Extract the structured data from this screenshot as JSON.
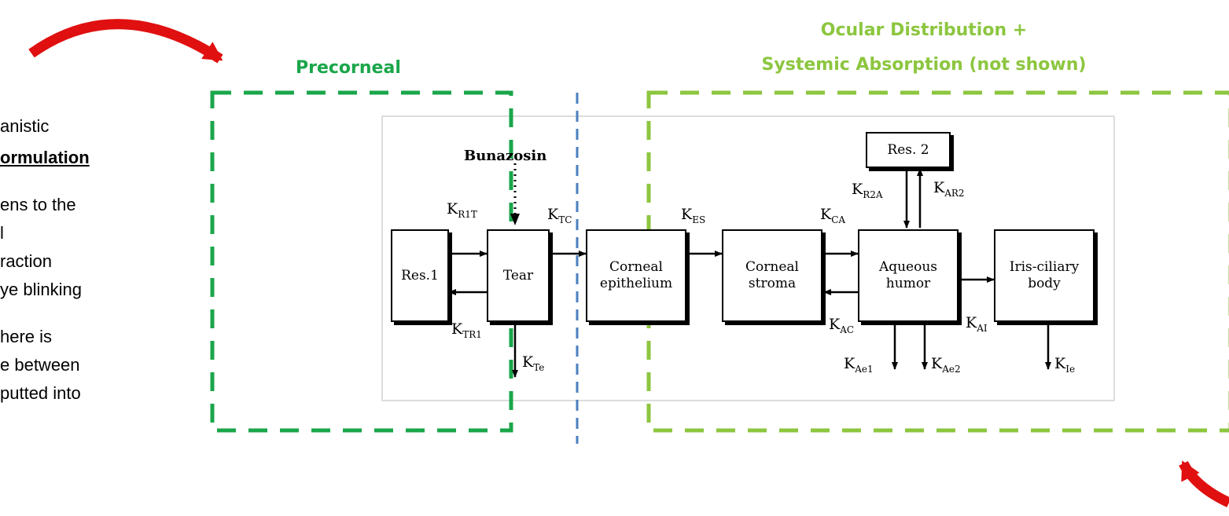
{
  "left_text": {
    "line1": "anistic",
    "line2": "ormulation",
    "line3": "ens to the",
    "line4": "l",
    "line5": "raction",
    "line6": "ye blinking",
    "line7": "here is",
    "line8": "e between",
    "line9": "putted into"
  },
  "zones": {
    "precorneal": "Precorneal",
    "ocular_line1": "Ocular Distribution +",
    "ocular_line2": "Systemic Absorption (not shown)"
  },
  "diagram": {
    "drug": "Bunazosin",
    "compartments": {
      "res1": "Res.1",
      "tear": "Tear",
      "corneal_epi_line1": "Corneal",
      "corneal_epi_line2": "epithelium",
      "corneal_stroma_line1": "Corneal",
      "corneal_stroma_line2": "stroma",
      "aqueous_line1": "Aqueous",
      "aqueous_line2": "humor",
      "iris_line1": "Iris-ciliary",
      "iris_line2": "body",
      "res2": "Res. 2"
    },
    "rates": {
      "kr1t": {
        "k": "K",
        "sub": "R1T"
      },
      "ktr1": {
        "k": "K",
        "sub": "TR1"
      },
      "kte": {
        "k": "K",
        "sub": "Te"
      },
      "ktc": {
        "k": "K",
        "sub": "TC"
      },
      "kes": {
        "k": "K",
        "sub": "ES"
      },
      "kca": {
        "k": "K",
        "sub": "CA"
      },
      "kac": {
        "k": "K",
        "sub": "AC"
      },
      "kr2a": {
        "k": "K",
        "sub": "R2A"
      },
      "kar2": {
        "k": "K",
        "sub": "AR2"
      },
      "kai": {
        "k": "K",
        "sub": "AI"
      },
      "kae1": {
        "k": "K",
        "sub": "Ae1"
      },
      "kae2": {
        "k": "K",
        "sub": "Ae2"
      },
      "kie": {
        "k": "K",
        "sub": "Ie"
      }
    }
  },
  "colors": {
    "precorneal_green": "#1aa64a",
    "ocular_green": "#8cc63f",
    "divider_blue": "#4a7fbf",
    "curve_arrow_red": "#e01010"
  }
}
